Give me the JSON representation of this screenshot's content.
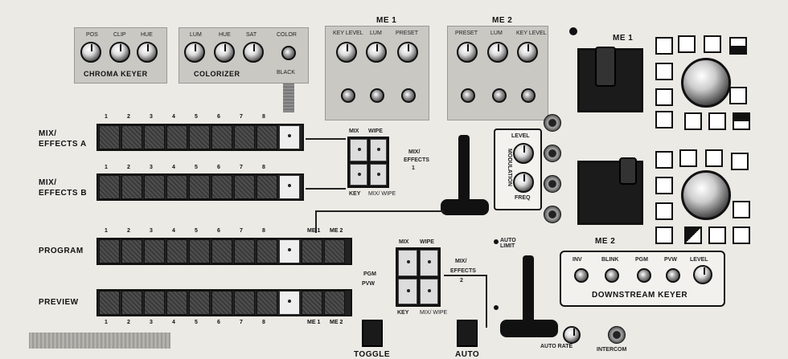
{
  "chroma_keyer": {
    "title": "CHROMA KEYER",
    "knobs": [
      "POS",
      "CLIP",
      "HUE"
    ]
  },
  "colorizer": {
    "title": "COLORIZER",
    "knobs": [
      "LUM",
      "HUE",
      "SAT"
    ],
    "color_label": "COLOR",
    "black_label": "BLACK"
  },
  "me1": {
    "title": "ME 1",
    "knobs": [
      "KEY LEVEL",
      "LUM",
      "PRESET"
    ]
  },
  "me2": {
    "title": "ME 2",
    "knobs": [
      "PRESET",
      "LUM",
      "KEY LEVEL"
    ]
  },
  "joystick_me1_label": "ME 1",
  "joystick_me2_label": "ME 2",
  "rows": {
    "mix_a": {
      "label_line1": "MIX/",
      "label_line2": "EFFECTS A",
      "numbers": [
        "1",
        "2",
        "3",
        "4",
        "5",
        "6",
        "7",
        "8"
      ]
    },
    "mix_b": {
      "label_line1": "MIX/",
      "label_line2": "EFFECTS B",
      "numbers": [
        "1",
        "2",
        "3",
        "4",
        "5",
        "6",
        "7",
        "8"
      ]
    },
    "program": {
      "label": "PROGRAM",
      "numbers": [
        "1",
        "2",
        "3",
        "4",
        "5",
        "6",
        "7",
        "8"
      ],
      "extra": [
        "ME 1",
        "ME 2"
      ]
    },
    "preview": {
      "label": "PREVIEW",
      "numbers": [
        "1",
        "2",
        "3",
        "4",
        "5",
        "6",
        "7",
        "8"
      ],
      "extra": [
        "ME 1",
        "ME 2"
      ]
    }
  },
  "me_quad": {
    "mix": "MIX",
    "wipe": "WIPE",
    "key": "KEY",
    "mix_wipe": "MIX/ WIPE",
    "side_label_1": "MIX/",
    "side_label_2": "EFFECTS",
    "side_label_3": "1"
  },
  "modulation": {
    "title": "MODULATION",
    "level": "LEVEL",
    "freq": "FREQ"
  },
  "pgm_quad": {
    "mix": "MIX",
    "wipe": "WIPE",
    "key": "KEY",
    "mix_wipe": "MIX/ WIPE",
    "left_label_1": "PGM",
    "left_label_2": "PVW",
    "right_label_1": "MIX/",
    "right_label_2": "EFFECTS",
    "right_label_3": "2"
  },
  "auto_limit": "AUTO LIMIT",
  "auto_rate": "AUTO RATE",
  "auto_label": "AUTO",
  "toggle_label": "TOGGLE",
  "intercom_label": "INTERCOM",
  "downstream_keyer": {
    "title": "DOWNSTREAM KEYER",
    "items": [
      "INV",
      "BLINK",
      "PGM",
      "PVW",
      "LEVEL"
    ]
  }
}
